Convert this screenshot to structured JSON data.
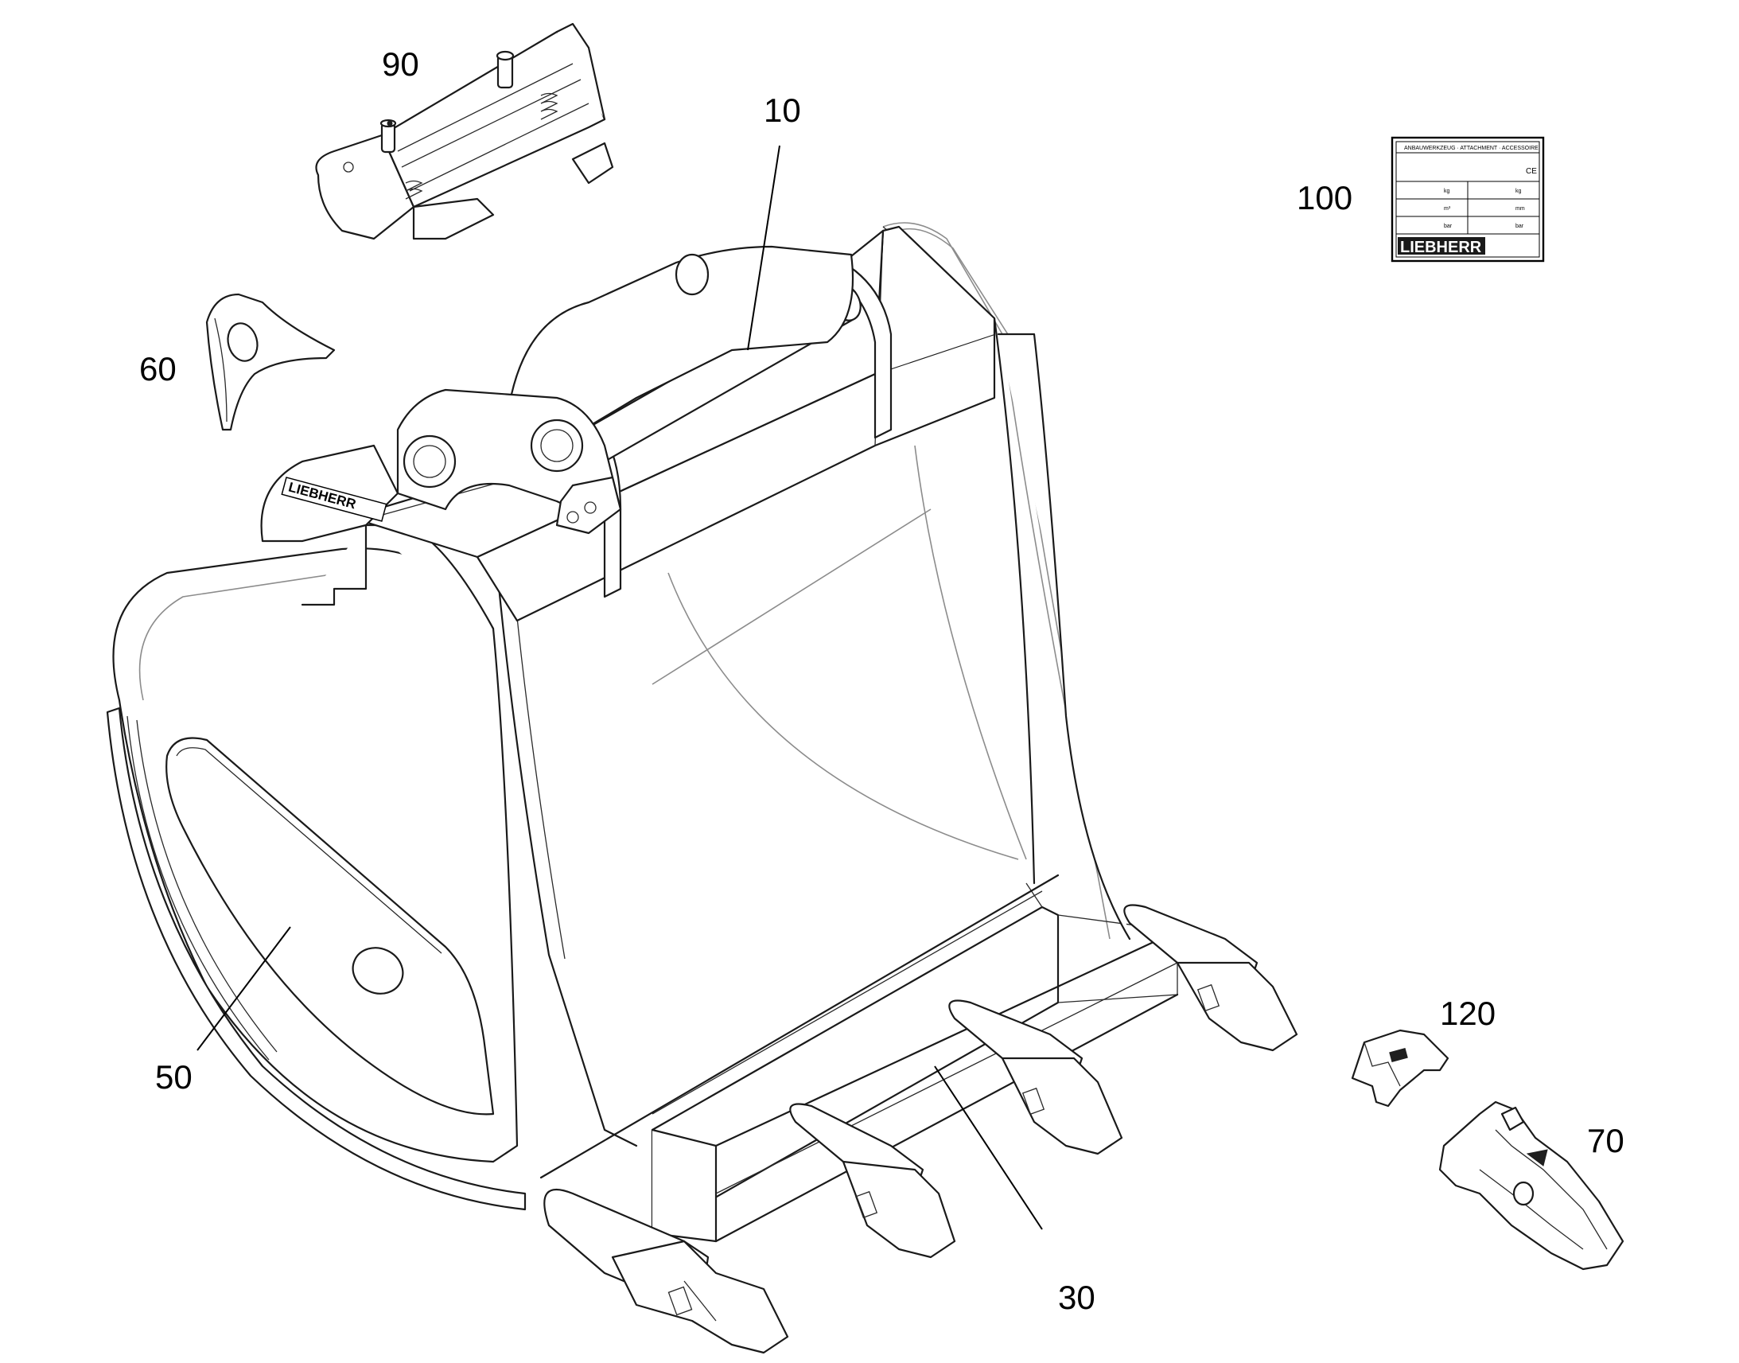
{
  "callouts": {
    "c10": "10",
    "c30": "30",
    "c50": "50",
    "c60": "60",
    "c70": "70",
    "c90": "90",
    "c100": "100",
    "c120": "120"
  },
  "plate": {
    "header": "ANBAUWERKZEUG · ATTACHMENT · ACCESSOIRE",
    "ce_mark": "CE",
    "row1_left": "kg",
    "row1_right": "kg",
    "row2_left": "m³",
    "row2_right": "mm",
    "row3_left": "bar",
    "row3_right": "bar",
    "brand": "LIEBHERR"
  },
  "bucket_lettering": "LIEBHERR",
  "colors": {
    "line": "#1a1a1a",
    "hidden_line": "#8c8c8c",
    "background": "#ffffff"
  }
}
